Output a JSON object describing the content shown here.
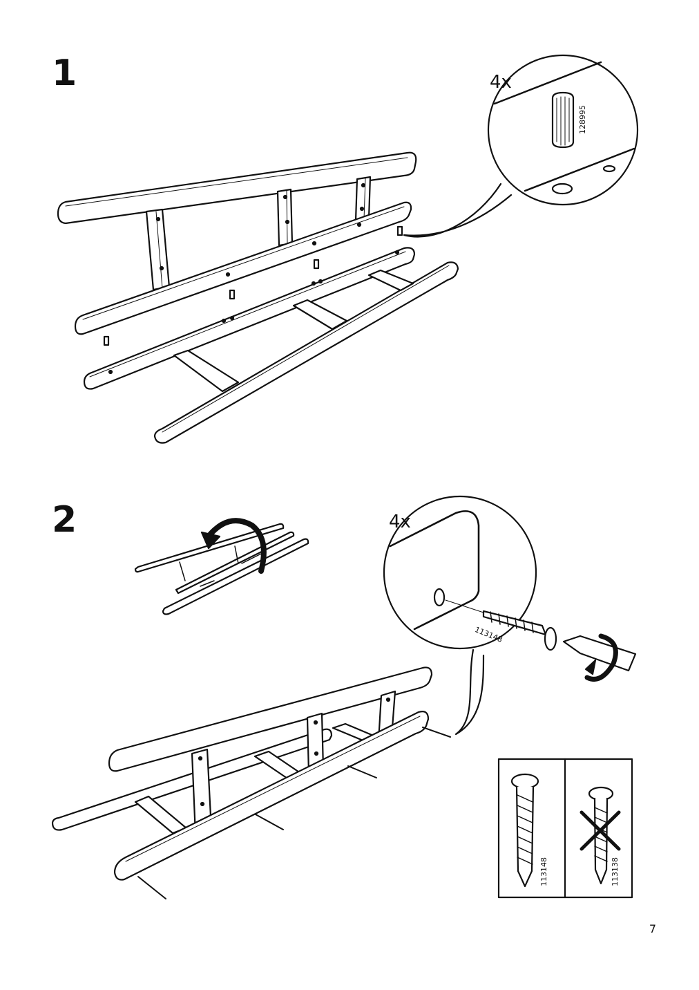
{
  "steps": [
    {
      "number": "1",
      "detail_quantity": "4x",
      "part_number": "128995"
    },
    {
      "number": "2",
      "detail_quantity": "4x",
      "part_number": "113148"
    }
  ],
  "screw_comparison": {
    "correct_part": "113148",
    "wrong_part": "113138"
  },
  "page_number": "7"
}
